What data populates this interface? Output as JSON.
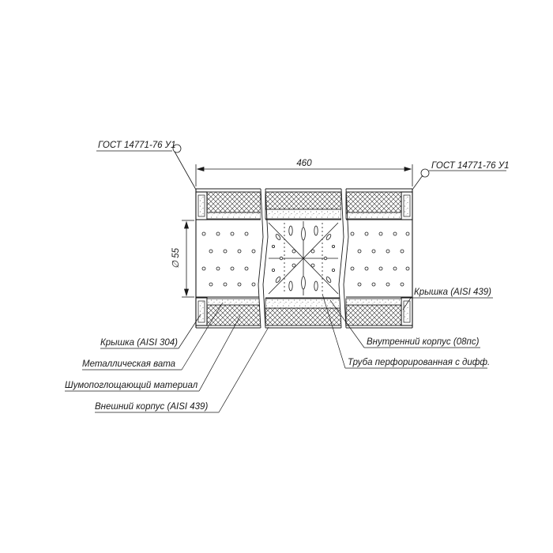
{
  "labels": {
    "gost_left": "ГОСТ 14771-76 У1",
    "gost_right": "ГОСТ 14771-76 У1",
    "cap_right": "Крышка (AISI 439)",
    "inner_body": "Внутренний корпус (08пс)",
    "perforated_tube": "Труба перфорированная с дифф.",
    "cap_left": "Крышка (AISI 304)",
    "metal_wool": "Металлическая вата",
    "absorbing_material": "Шумопоглощающий материал",
    "outer_body": "Внешний корпус (AISI 439)"
  },
  "dimensions": {
    "length": "460",
    "diameter": "∅ 55"
  },
  "colors": {
    "line": "#1a1a1a",
    "fill": "#ffffff"
  }
}
